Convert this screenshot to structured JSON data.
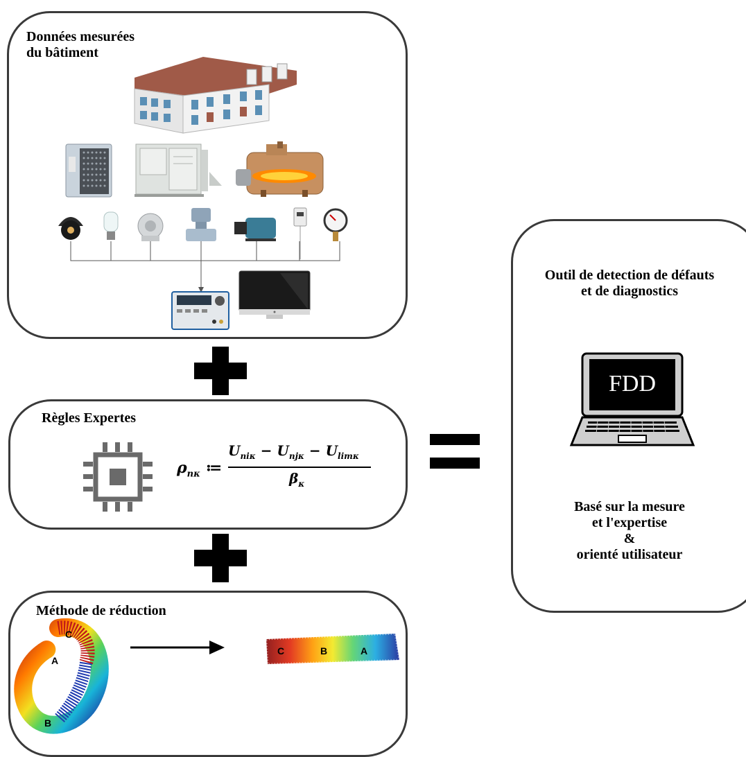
{
  "panels": {
    "building": {
      "title_line1": "Données mesurées",
      "title_line2": "du bâtiment"
    },
    "rules": {
      "title": "Règles Expertes",
      "formula": {
        "lhs": "ρ",
        "lhs_sub": "nκ",
        "assign": " ≔ ",
        "numerator": [
          "U",
          "niκ",
          " − U",
          "njκ",
          " − U",
          "limκ"
        ],
        "denominator": "β",
        "denominator_sub": "κ"
      }
    },
    "reduction": {
      "title": "Méthode de réduction",
      "cluster_labels": [
        "C",
        "A",
        "B"
      ],
      "strip_labels": [
        "C",
        "B",
        "A"
      ]
    },
    "tool": {
      "title_line1": "Outil de detection de défauts",
      "title_line2": "et de diagnostics",
      "laptop_screen": "FDD",
      "desc_line1": "Basé sur la mesure",
      "desc_line2": "et l'expertise",
      "desc_line3": "&",
      "desc_line4": "orienté utilisateur"
    }
  },
  "operators": {
    "plus": "+",
    "equals": "="
  },
  "colors": {
    "border": "#3a3a3a",
    "roof": "#a05a48",
    "wall": "#e8e8e8",
    "window": "#5a8fb5",
    "flame": "#ff8a00",
    "boiler": "#c79060",
    "chip": "#6a6a6a"
  }
}
